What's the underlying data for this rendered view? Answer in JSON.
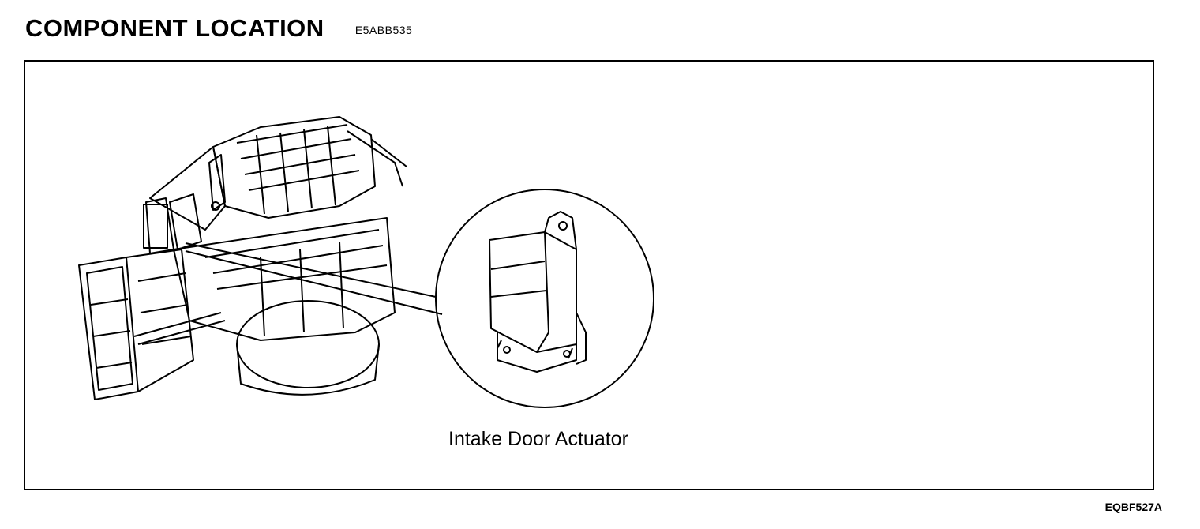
{
  "page": {
    "title": "COMPONENT LOCATION",
    "doc_code": "E5ABB535",
    "figure_code": "EQBF527A"
  },
  "figure": {
    "callout_label": "Intake Door Actuator"
  }
}
